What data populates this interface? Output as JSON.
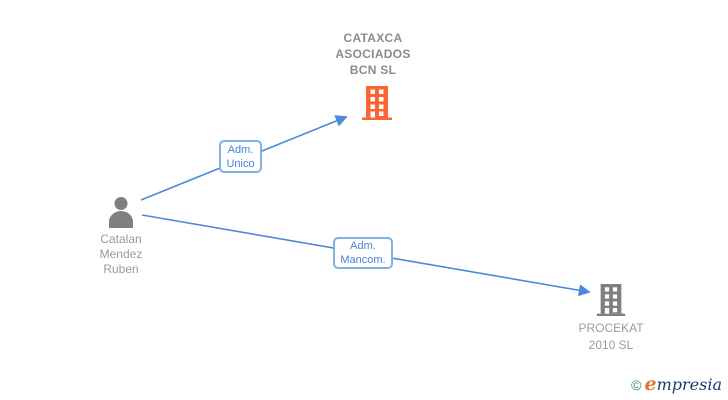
{
  "diagram": {
    "person": {
      "line1": "Catalan",
      "line2": "Mendez",
      "line3": "Ruben"
    },
    "company_top": {
      "line1": "CATAXCA",
      "line2": "ASOCIADOS",
      "line3": "BCN SL"
    },
    "company_bottom": {
      "line1": "PROCEKAT",
      "line2": "2010 SL"
    },
    "edge_top_label": {
      "line1": "Adm.",
      "line2": "Unico"
    },
    "edge_bottom_label": {
      "line1": "Adm.",
      "line2": "Mancom."
    }
  },
  "watermark": {
    "copyright": "©",
    "brand_first_letter": "e",
    "brand_rest": "mpresia"
  },
  "colors": {
    "node-orange": "#fb6532",
    "node-gray": "#7f7f7f",
    "edge-blue": "#4a89dc",
    "box-border": "#7fb2e5",
    "box-text": "#4384d6",
    "label-gray": "#9a9a9a",
    "company-label-gray": "#8b8b8b",
    "logo-teal": "#3e7f93",
    "logo-orange": "#e8762c",
    "logo-navy": "#1c3b70"
  }
}
